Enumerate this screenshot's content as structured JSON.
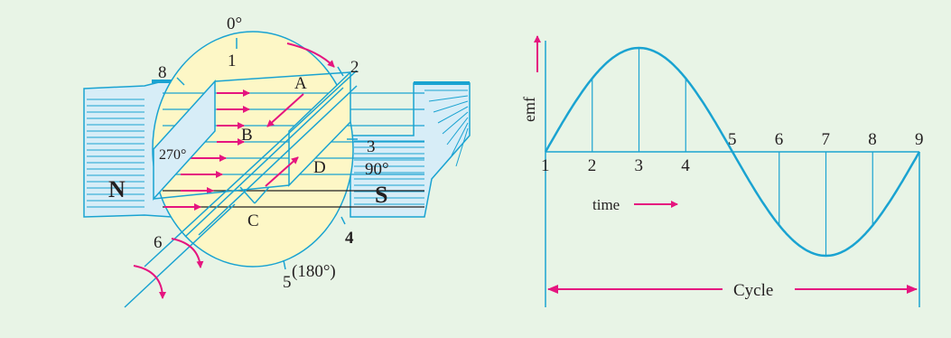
{
  "colors": {
    "background": "#e8f4e6",
    "circle_fill": "#fdf7c6",
    "cyan": "#1aa3d1",
    "magenta": "#e5157f",
    "label": "#231f20"
  },
  "left_figure": {
    "deg_0": "0°",
    "deg_90": "90°",
    "deg_180": "(180°)",
    "deg_270": "270°",
    "pos_1": "1",
    "pos_2": "2",
    "pos_3": "3",
    "pos_4": "4",
    "pos_5": "5",
    "pos_6": "6",
    "pos_8": "8",
    "corner_A": "A",
    "corner_B": "B",
    "corner_C": "C",
    "corner_D": "D",
    "pole_N": "N",
    "pole_S": "S"
  },
  "right_figure": {
    "y_label": "emf",
    "time_label": "time",
    "cycle_label": "Cycle",
    "points": [
      "1",
      "2",
      "3",
      "4",
      "5",
      "6",
      "7",
      "8",
      "9"
    ]
  }
}
